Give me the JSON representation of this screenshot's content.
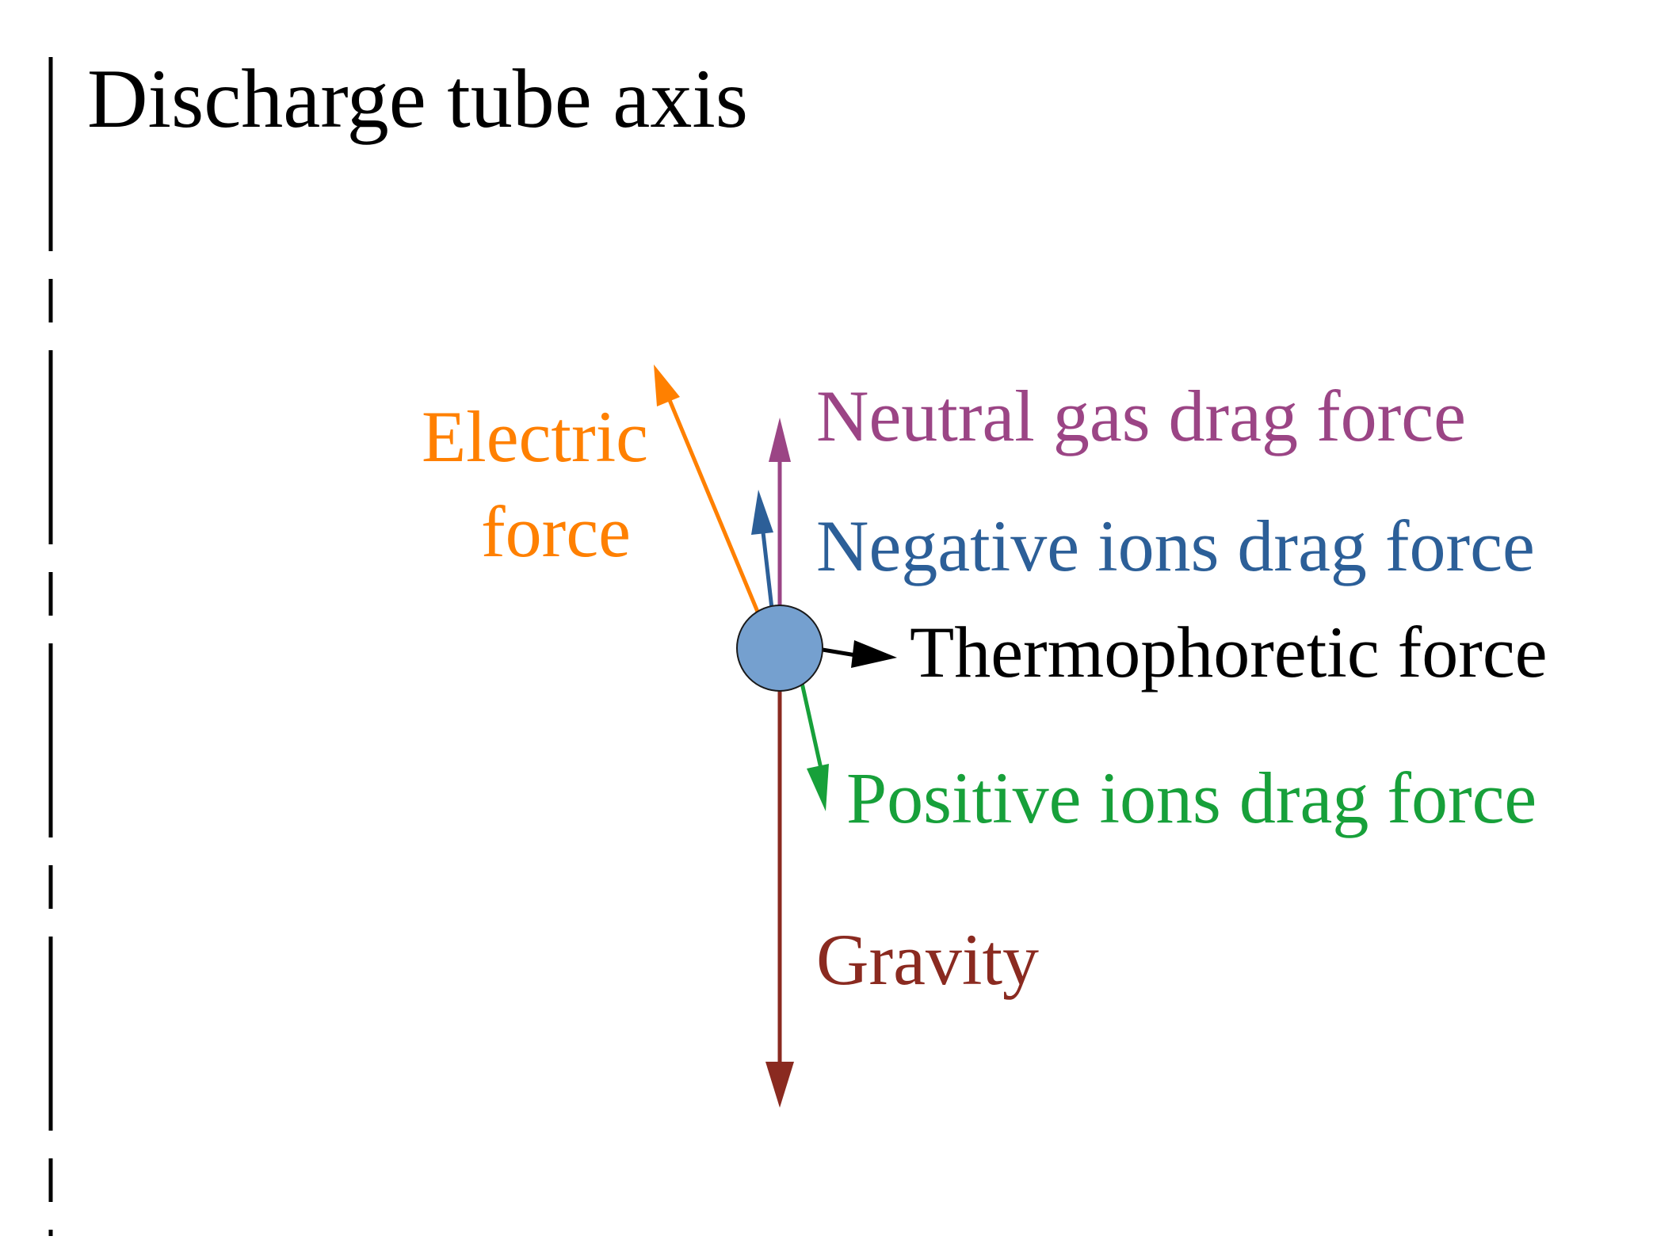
{
  "title": "Discharge tube axis",
  "labels": {
    "electric_line1": "Electric",
    "electric_line2": "force",
    "neutral": "Neutral gas drag force",
    "negative": "Negative ions drag force",
    "thermophoretic": "Thermophoretic force",
    "positive": "Positive ions drag force",
    "gravity": "Gravity"
  },
  "colors": {
    "axis": "#000000",
    "particle_fill": "#75a0cf",
    "particle_stroke": "#1a1a1a",
    "electric": "#ff8000",
    "neutral": "#9b4585",
    "negative": "#2c5f98",
    "thermophoretic": "#000000",
    "positive": "#17a03a",
    "gravity": "#8a2a20"
  }
}
